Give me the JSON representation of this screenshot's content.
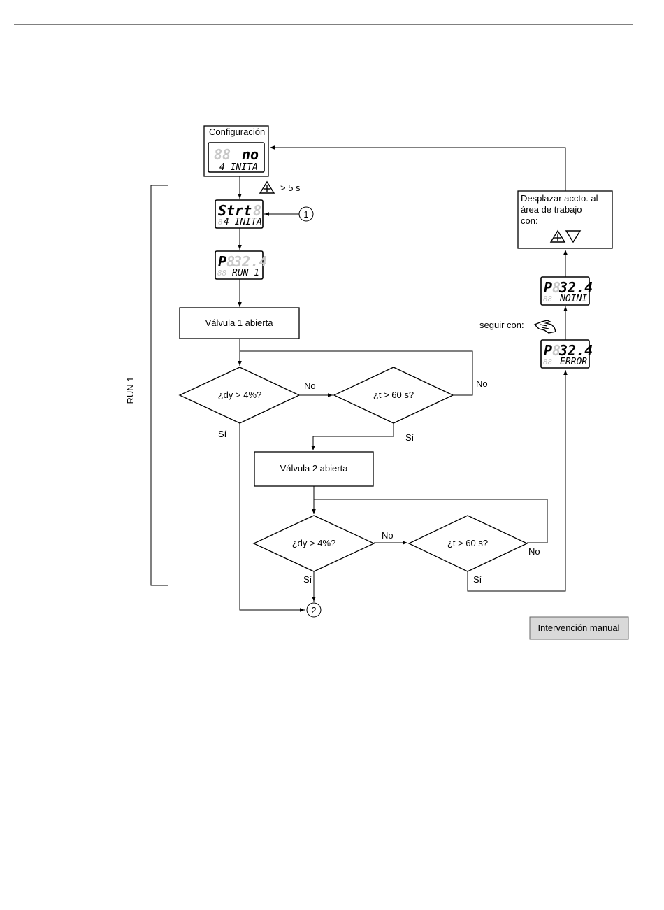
{
  "config_box": {
    "title": "Configuración",
    "lcd_top": "no",
    "lcd_bottom": "4 INITA"
  },
  "plus_hold": {
    "label": "> 5 s",
    "icon": "plus-triangle-icon"
  },
  "strt_lcd": {
    "top": "Strt",
    "bottom": "4 INITA"
  },
  "connector_1": "1",
  "run_lcd": {
    "top_p": "P",
    "top_value": "32.4",
    "bottom": "RUN 1"
  },
  "valve1": "Válvula 1 abierta",
  "decision_dy_1": "¿dy > 4%?",
  "decision_t_1": "¿t > 60 s?",
  "edge_no_1": "No",
  "edge_no_loop_1": "No",
  "edge_si_1": "Sí",
  "edge_si_t_1": "Sí",
  "valve2": "Válvula 2 abierta",
  "decision_dy_2": "¿dy > 4%?",
  "decision_t_2": "¿t > 60 s?",
  "edge_no_2": "No",
  "edge_no_loop_2": "No",
  "edge_si_2": "Sí",
  "edge_si_t_2": "Sí",
  "connector_2": "2",
  "run_bracket_label": "RUN 1",
  "move_box": {
    "line1": "Desplazar accto. al",
    "line2": "área de trabajo",
    "line3": "con:",
    "icons": [
      "plus-triangle-icon",
      "down-triangle-icon"
    ]
  },
  "noini_lcd": {
    "top_p": "P",
    "top_value": "32.4",
    "bottom": "NOINI"
  },
  "continue_label": "seguir con:",
  "hand_icon": "hand-icon",
  "error_lcd": {
    "top_p": "P",
    "top_value": "32.4",
    "bottom": "ERROR"
  },
  "legend": "Intervención manual",
  "colors": {
    "legend_bg": "#d9d9d9",
    "lcd_ghost": "#c8c8c8"
  }
}
